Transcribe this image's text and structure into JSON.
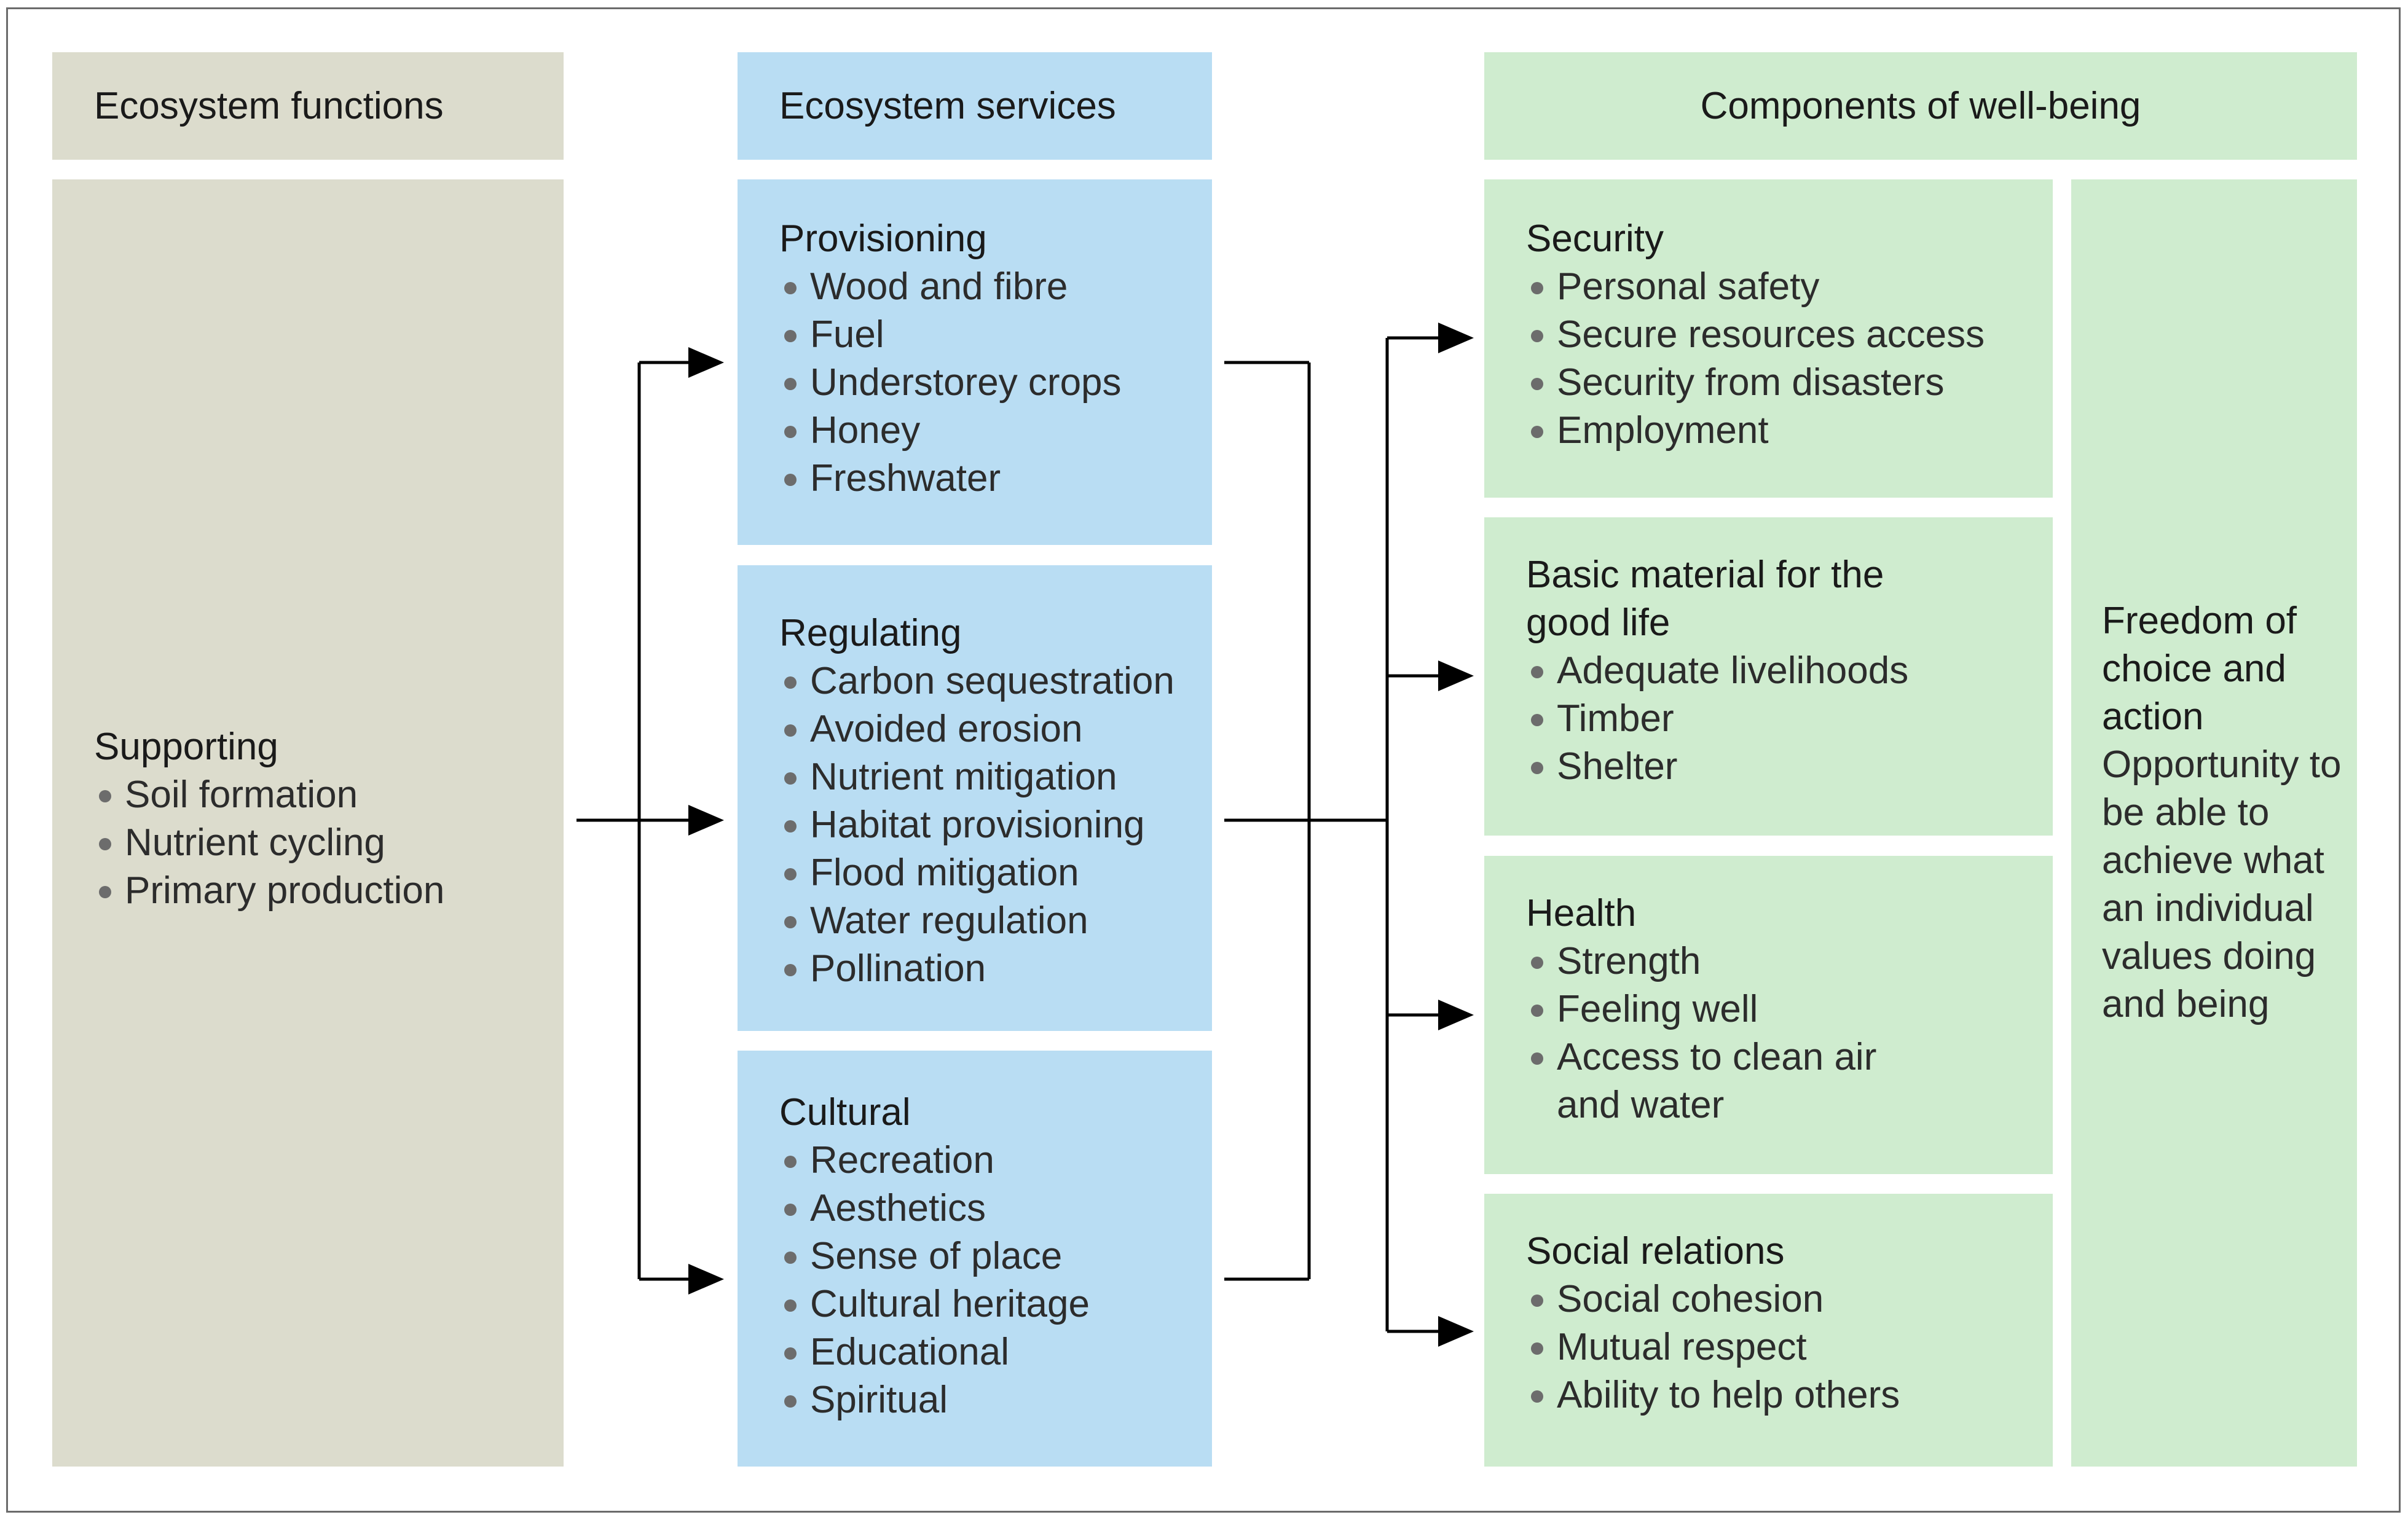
{
  "headers": {
    "functions": "Ecosystem functions",
    "services": "Ecosystem services",
    "wellbeing": "Components of well-being"
  },
  "supporting": {
    "title": "Supporting",
    "items": [
      "Soil formation",
      "Nutrient cycling",
      "Primary production"
    ]
  },
  "services": [
    {
      "title": "Provisioning",
      "items": [
        "Wood and fibre",
        "Fuel",
        "Understorey crops",
        "Honey",
        "Freshwater"
      ]
    },
    {
      "title": "Regulating",
      "items": [
        "Carbon sequestration",
        "Avoided erosion",
        "Nutrient mitigation",
        "Habitat provisioning",
        "Flood mitigation",
        "Water regulation",
        "Pollination"
      ]
    },
    {
      "title": "Cultural",
      "items": [
        "Recreation",
        "Aesthetics",
        "Sense of place",
        "Cultural heritage",
        "Educational",
        "Spiritual"
      ]
    }
  ],
  "wellbeing": [
    {
      "title": "Security",
      "items": [
        "Personal safety",
        "Secure resources access",
        "Security from disasters",
        "Employment"
      ]
    },
    {
      "title": "Basic material for the good life",
      "items": [
        "Adequate livelihoods",
        "Timber",
        "Shelter"
      ]
    },
    {
      "title": "Health",
      "items": [
        "Strength",
        "Feeling well",
        "Access to clean air and water"
      ]
    },
    {
      "title": "Social relations",
      "items": [
        "Social cohesion",
        "Mutual respect",
        "Ability to help others"
      ]
    }
  ],
  "freedom": {
    "title": "Freedom of choice and action",
    "description": "Opportunity to be able to achieve what an individual values doing and being"
  },
  "colors": {
    "functions": "#dcdccd",
    "services": "#b9ddf3",
    "wellbeing": "#cfeccf",
    "connector": "#000000"
  }
}
